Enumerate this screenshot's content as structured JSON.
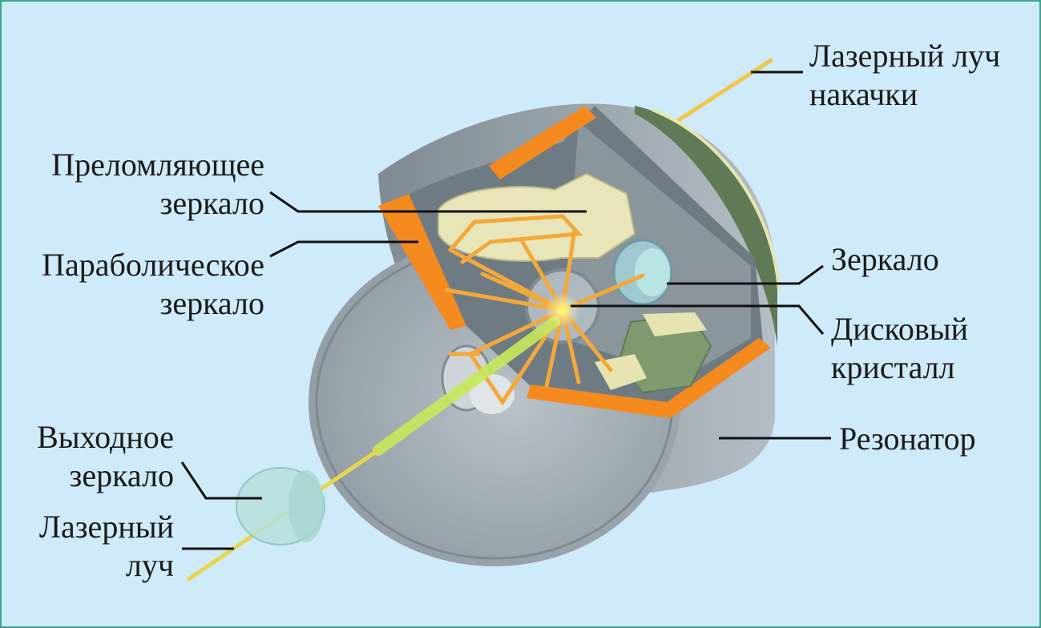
{
  "labels": {
    "pump_beam": [
      "Лазерный луч",
      "накачки"
    ],
    "refracting_mirror": [
      "Преломляющее",
      "зеркало"
    ],
    "parabolic_mirror": [
      "Параболическое",
      "зеркало"
    ],
    "mirror": [
      "Зеркало"
    ],
    "disk_crystal": [
      "Дисковый",
      "кристалл"
    ],
    "resonator": [
      "Резонатор"
    ],
    "output_mirror": [
      "Выходное",
      "зеркало"
    ],
    "laser_beam": [
      "Лазерный",
      "луч"
    ]
  },
  "colors": {
    "background": "#cfeaf8",
    "border": "#3aa58a",
    "housing": "#9ea9b0",
    "orange": "#f58a1f",
    "beam_yellow": "#f3d34a",
    "beam_green": "#c8e85a",
    "leader": "#111111"
  }
}
